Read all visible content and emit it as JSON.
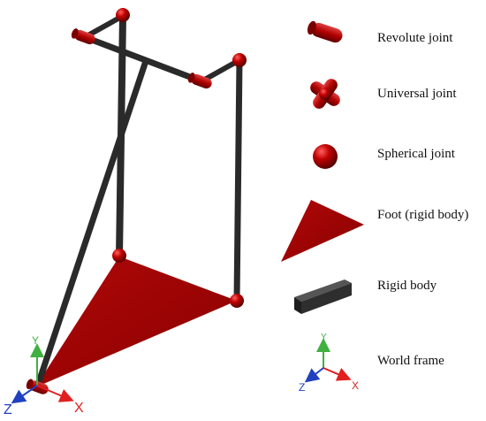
{
  "legend": {
    "revolute_label": "Revolute joint",
    "universal_label": "Universal joint",
    "spherical_label": "Spherical joint",
    "foot_label": "Foot (rigid body)",
    "rigid_label": "Rigid body",
    "world_label": "World frame"
  },
  "axes": {
    "x": "X",
    "y": "Y",
    "z": "Z"
  },
  "colors": {
    "joint_red": "#b00000",
    "foot_red": "#a00000",
    "link_dark": "#2b2b2b",
    "axis_x": "#e02020",
    "axis_y": "#40b040",
    "axis_z": "#2040c0"
  }
}
